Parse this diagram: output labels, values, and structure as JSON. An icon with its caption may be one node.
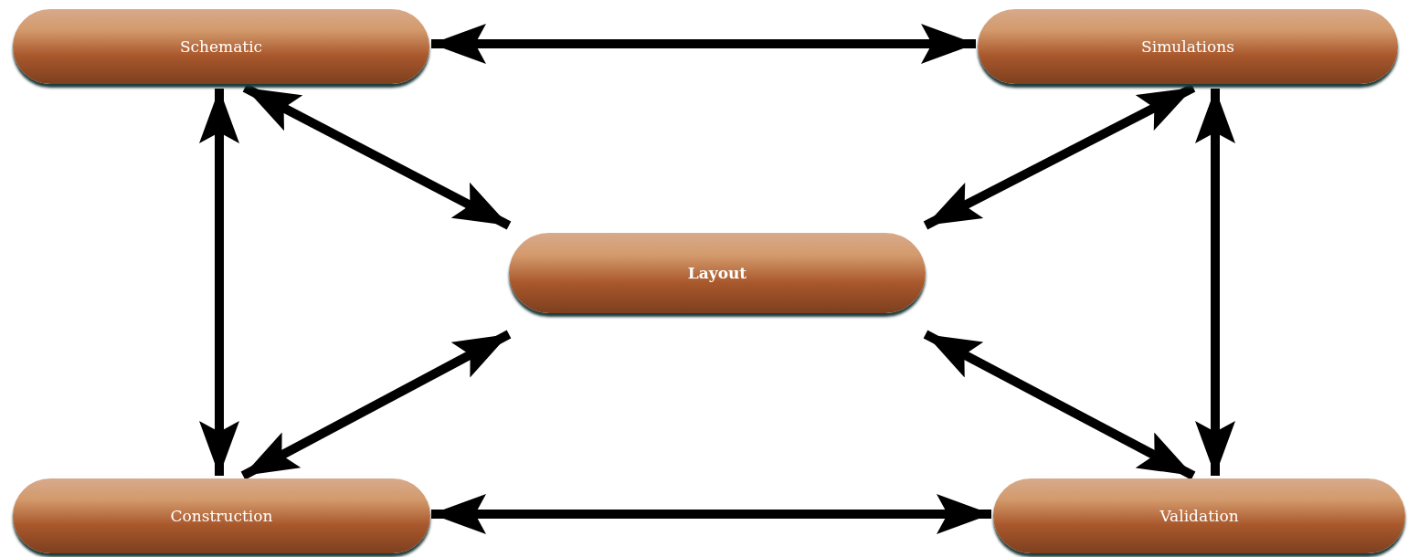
{
  "diagram": {
    "nodes": [
      {
        "text": [
          "Schematic"
        ]
      },
      {
        "text": [
          "Simulations"
        ]
      },
      {
        "text": [
          "Layout"
        ]
      },
      {
        "text": [
          "Construction"
        ]
      },
      {
        "text": [
          "Validation"
        ]
      }
    ],
    "edges": [
      {
        "from": 0,
        "to": 1,
        "arrow": "both"
      },
      {
        "from": 0,
        "to": 2,
        "arrow": "both"
      },
      {
        "from": 1,
        "to": 2,
        "arrow": "both"
      },
      {
        "from": 0,
        "to": 3,
        "arrow": "both"
      },
      {
        "from": 1,
        "to": 4,
        "arrow": "both"
      },
      {
        "from": 3,
        "to": 2,
        "arrow": "both"
      },
      {
        "from": 2,
        "to": 4,
        "arrow": "both"
      },
      {
        "from": 3,
        "to": 4,
        "arrow": "both"
      }
    ]
  }
}
